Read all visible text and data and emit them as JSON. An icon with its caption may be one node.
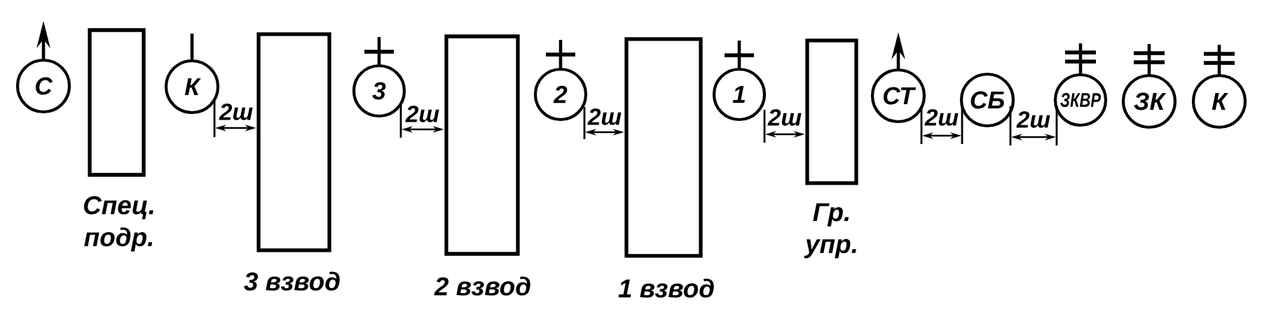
{
  "diagram": {
    "nodes": [
      {
        "text": [
          "С"
        ]
      },
      {
        "text": [],
        "shape": "box",
        "beside": [
          "Спец. подр."
        ]
      },
      {
        "text": [
          "К"
        ]
      },
      {
        "text": [],
        "shape": "box",
        "beside": [
          "3 взвод"
        ]
      },
      {
        "text": [
          "3"
        ]
      },
      {
        "text": [],
        "shape": "box",
        "beside": [
          "2 взвод"
        ]
      },
      {
        "text": [
          "2"
        ]
      },
      {
        "text": [],
        "shape": "box",
        "beside": [
          "1 взвод"
        ]
      },
      {
        "text": [
          "1"
        ]
      },
      {
        "text": [],
        "shape": "box",
        "beside": [
          "Гр. упр."
        ]
      },
      {
        "text": [
          "СТ"
        ]
      },
      {
        "text": [
          "СБ"
        ]
      },
      {
        "text": [
          "ЗКВР"
        ]
      },
      {
        "text": [
          "ЗК"
        ]
      },
      {
        "text": [
          "К"
        ]
      }
    ],
    "labels": [
      "2ш",
      "2ш",
      "2ш",
      "2ш",
      "2ш",
      "2ш"
    ]
  }
}
